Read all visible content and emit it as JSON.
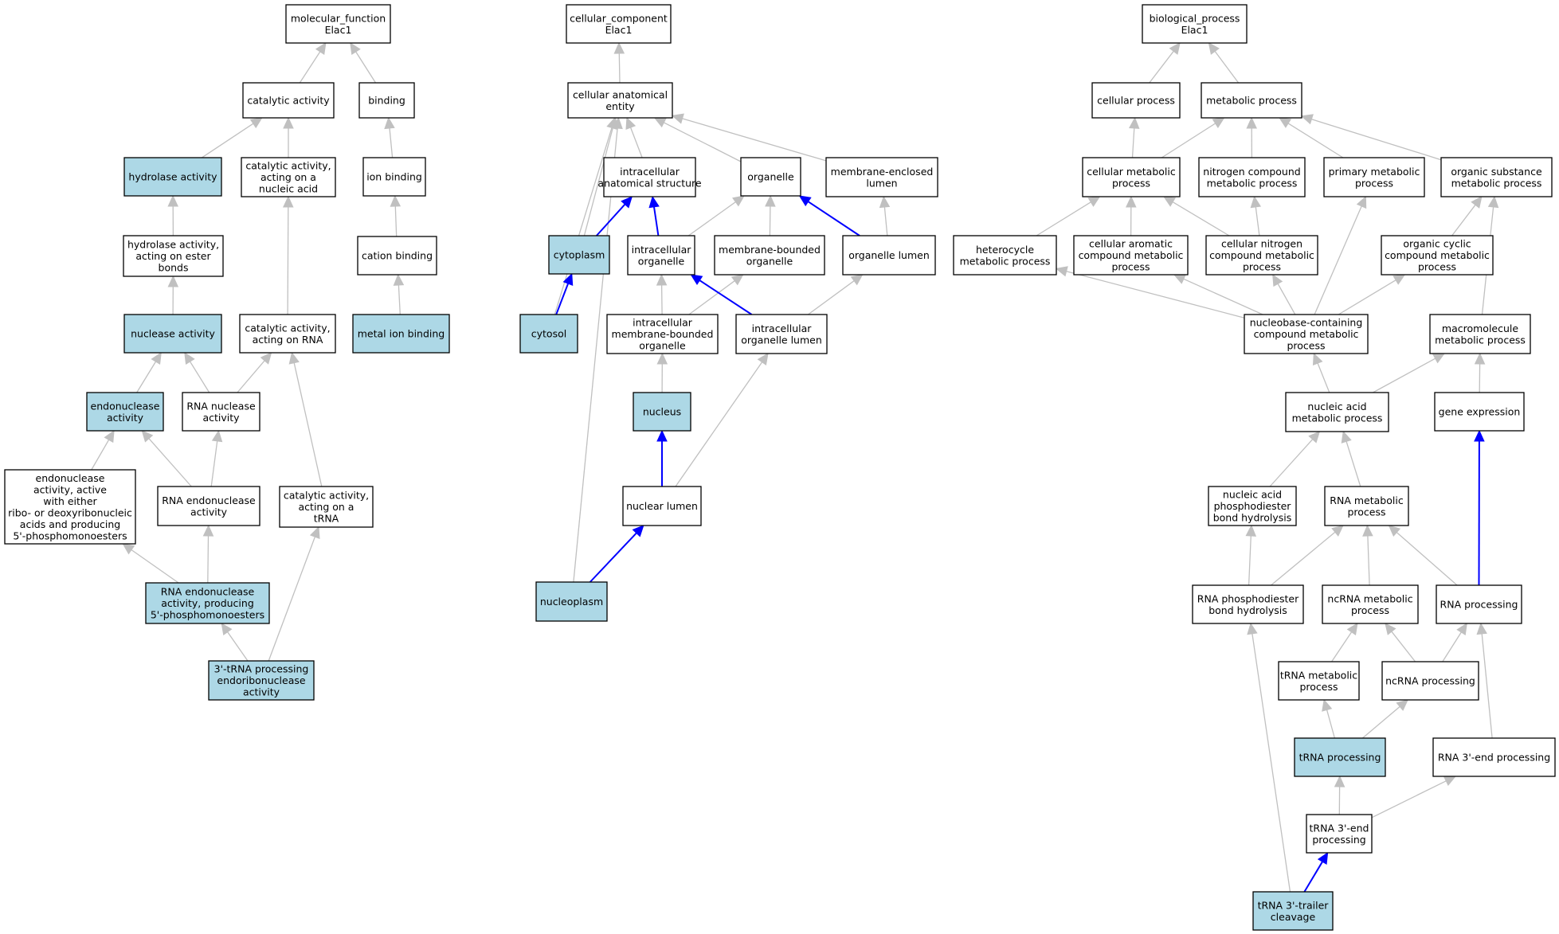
{
  "colors": {
    "highlight_fill": "#add8e6",
    "plain_fill": "#ffffff",
    "edge_gray": "#c0c0c0",
    "edge_blue": "#0000ff"
  },
  "nodes": [
    {
      "id": "mf_root",
      "lines": [
        "molecular_function",
        "Elac1"
      ],
      "hl": false
    },
    {
      "id": "catalytic",
      "lines": [
        "catalytic activity"
      ],
      "hl": false
    },
    {
      "id": "binding",
      "lines": [
        "binding"
      ],
      "hl": false
    },
    {
      "id": "hydrolase",
      "lines": [
        "hydrolase activity"
      ],
      "hl": true
    },
    {
      "id": "cat_nucleic",
      "lines": [
        "catalytic activity,",
        "acting on a",
        "nucleic acid"
      ],
      "hl": false
    },
    {
      "id": "ion_binding",
      "lines": [
        "ion binding"
      ],
      "hl": false
    },
    {
      "id": "hydro_ester",
      "lines": [
        "hydrolase activity,",
        "acting on ester",
        "bonds"
      ],
      "hl": false
    },
    {
      "id": "cation_binding",
      "lines": [
        "cation binding"
      ],
      "hl": false
    },
    {
      "id": "nuclease",
      "lines": [
        "nuclease activity"
      ],
      "hl": true
    },
    {
      "id": "cat_rna",
      "lines": [
        "catalytic activity,",
        "acting on RNA"
      ],
      "hl": false
    },
    {
      "id": "metal_ion",
      "lines": [
        "metal ion binding"
      ],
      "hl": true
    },
    {
      "id": "endonuclease",
      "lines": [
        "endonuclease",
        "activity"
      ],
      "hl": true
    },
    {
      "id": "rna_nuclease",
      "lines": [
        "RNA nuclease",
        "activity"
      ],
      "hl": false
    },
    {
      "id": "endo_long",
      "lines": [
        "endonuclease",
        "activity, active",
        "with either",
        "ribo- or deoxyribonucleic",
        "acids and producing",
        "5'-phosphomonoesters"
      ],
      "hl": false
    },
    {
      "id": "rna_endo",
      "lines": [
        "RNA endonuclease",
        "activity"
      ],
      "hl": false
    },
    {
      "id": "cat_trna",
      "lines": [
        "catalytic activity,",
        "acting on a",
        "tRNA"
      ],
      "hl": false
    },
    {
      "id": "rna_endo_5p",
      "lines": [
        "RNA endonuclease",
        "activity, producing",
        "5'-phosphomonoesters"
      ],
      "hl": true
    },
    {
      "id": "trna3_endo",
      "lines": [
        "3'-tRNA processing",
        "endoribonuclease",
        "activity"
      ],
      "hl": true
    },
    {
      "id": "cc_root",
      "lines": [
        "cellular_component",
        "Elac1"
      ],
      "hl": false
    },
    {
      "id": "cae",
      "lines": [
        "cellular anatomical",
        "entity"
      ],
      "hl": false
    },
    {
      "id": "ias",
      "lines": [
        "intracellular",
        "anatomical structure"
      ],
      "hl": false
    },
    {
      "id": "organelle",
      "lines": [
        "organelle"
      ],
      "hl": false
    },
    {
      "id": "mel",
      "lines": [
        "membrane-enclosed",
        "lumen"
      ],
      "hl": false
    },
    {
      "id": "cytoplasm",
      "lines": [
        "cytoplasm"
      ],
      "hl": true
    },
    {
      "id": "io",
      "lines": [
        "intracellular",
        "organelle"
      ],
      "hl": false
    },
    {
      "id": "mbo",
      "lines": [
        "membrane-bounded",
        "organelle"
      ],
      "hl": false
    },
    {
      "id": "ol",
      "lines": [
        "organelle lumen"
      ],
      "hl": false
    },
    {
      "id": "cytosol",
      "lines": [
        "cytosol"
      ],
      "hl": true
    },
    {
      "id": "imbo",
      "lines": [
        "intracellular",
        "membrane-bounded",
        "organelle"
      ],
      "hl": false
    },
    {
      "id": "iol",
      "lines": [
        "intracellular",
        "organelle lumen"
      ],
      "hl": false
    },
    {
      "id": "nucleus",
      "lines": [
        "nucleus"
      ],
      "hl": true
    },
    {
      "id": "nl",
      "lines": [
        "nuclear lumen"
      ],
      "hl": false
    },
    {
      "id": "np",
      "lines": [
        "nucleoplasm"
      ],
      "hl": true
    },
    {
      "id": "bp_root",
      "lines": [
        "biological_process",
        "Elac1"
      ],
      "hl": false
    },
    {
      "id": "cp",
      "lines": [
        "cellular process"
      ],
      "hl": false
    },
    {
      "id": "mp",
      "lines": [
        "metabolic process"
      ],
      "hl": false
    },
    {
      "id": "cmp",
      "lines": [
        "cellular metabolic",
        "process"
      ],
      "hl": false
    },
    {
      "id": "ncmp",
      "lines": [
        "nitrogen compound",
        "metabolic process"
      ],
      "hl": false
    },
    {
      "id": "pmp",
      "lines": [
        "primary metabolic",
        "process"
      ],
      "hl": false
    },
    {
      "id": "osmp",
      "lines": [
        "organic substance",
        "metabolic process"
      ],
      "hl": false
    },
    {
      "id": "hmp",
      "lines": [
        "heterocycle",
        "metabolic process"
      ],
      "hl": false
    },
    {
      "id": "cacmp",
      "lines": [
        "cellular aromatic",
        "compound metabolic",
        "process"
      ],
      "hl": false
    },
    {
      "id": "cncmp",
      "lines": [
        "cellular nitrogen",
        "compound metabolic",
        "process"
      ],
      "hl": false
    },
    {
      "id": "occmp",
      "lines": [
        "organic cyclic",
        "compound metabolic",
        "process"
      ],
      "hl": false
    },
    {
      "id": "nbcmp",
      "lines": [
        "nucleobase-containing",
        "compound metabolic",
        "process"
      ],
      "hl": false
    },
    {
      "id": "mmp",
      "lines": [
        "macromolecule",
        "metabolic process"
      ],
      "hl": false
    },
    {
      "id": "namp",
      "lines": [
        "nucleic acid",
        "metabolic process"
      ],
      "hl": false
    },
    {
      "id": "ge",
      "lines": [
        "gene expression"
      ],
      "hl": false
    },
    {
      "id": "napbh",
      "lines": [
        "nucleic acid",
        "phosphodiester",
        "bond hydrolysis"
      ],
      "hl": false
    },
    {
      "id": "rnamp",
      "lines": [
        "RNA metabolic",
        "process"
      ],
      "hl": false
    },
    {
      "id": "rnapbh",
      "lines": [
        "RNA phosphodiester",
        "bond hydrolysis"
      ],
      "hl": false
    },
    {
      "id": "ncrnamp",
      "lines": [
        "ncRNA metabolic",
        "process"
      ],
      "hl": false
    },
    {
      "id": "rnaproc",
      "lines": [
        "RNA processing"
      ],
      "hl": false
    },
    {
      "id": "trnamp",
      "lines": [
        "tRNA metabolic",
        "process"
      ],
      "hl": false
    },
    {
      "id": "ncrnaproc",
      "lines": [
        "ncRNA processing"
      ],
      "hl": false
    },
    {
      "id": "trnaproc",
      "lines": [
        "tRNA processing"
      ],
      "hl": true
    },
    {
      "id": "rna3end",
      "lines": [
        "RNA 3'-end processing"
      ],
      "hl": false
    },
    {
      "id": "trna3end",
      "lines": [
        "tRNA 3'-end",
        "processing"
      ],
      "hl": false
    },
    {
      "id": "trna3trailer",
      "lines": [
        "tRNA 3'-trailer",
        "cleavage"
      ],
      "hl": true
    }
  ],
  "edges": [
    {
      "from": "catalytic",
      "to": "mf_root",
      "kind": "gray"
    },
    {
      "from": "binding",
      "to": "mf_root",
      "kind": "gray"
    },
    {
      "from": "hydrolase",
      "to": "catalytic",
      "kind": "gray"
    },
    {
      "from": "cat_nucleic",
      "to": "catalytic",
      "kind": "gray"
    },
    {
      "from": "ion_binding",
      "to": "binding",
      "kind": "gray"
    },
    {
      "from": "hydro_ester",
      "to": "hydrolase",
      "kind": "gray"
    },
    {
      "from": "cation_binding",
      "to": "ion_binding",
      "kind": "gray"
    },
    {
      "from": "nuclease",
      "to": "hydro_ester",
      "kind": "gray"
    },
    {
      "from": "cat_rna",
      "to": "cat_nucleic",
      "kind": "gray"
    },
    {
      "from": "metal_ion",
      "to": "cation_binding",
      "kind": "gray"
    },
    {
      "from": "endonuclease",
      "to": "nuclease",
      "kind": "gray"
    },
    {
      "from": "rna_nuclease",
      "to": "nuclease",
      "kind": "gray"
    },
    {
      "from": "rna_nuclease",
      "to": "cat_rna",
      "kind": "gray"
    },
    {
      "from": "endo_long",
      "to": "endonuclease",
      "kind": "gray"
    },
    {
      "from": "rna_endo",
      "to": "endonuclease",
      "kind": "gray"
    },
    {
      "from": "rna_endo",
      "to": "rna_nuclease",
      "kind": "gray"
    },
    {
      "from": "cat_trna",
      "to": "cat_rna",
      "kind": "gray"
    },
    {
      "from": "rna_endo_5p",
      "to": "endo_long",
      "kind": "gray"
    },
    {
      "from": "rna_endo_5p",
      "to": "rna_endo",
      "kind": "gray"
    },
    {
      "from": "trna3_endo",
      "to": "rna_endo_5p",
      "kind": "gray"
    },
    {
      "from": "trna3_endo",
      "to": "cat_trna",
      "kind": "gray"
    },
    {
      "from": "cae",
      "to": "cc_root",
      "kind": "gray"
    },
    {
      "from": "ias",
      "to": "cae",
      "kind": "gray"
    },
    {
      "from": "organelle",
      "to": "cae",
      "kind": "gray"
    },
    {
      "from": "mel",
      "to": "cae",
      "kind": "gray"
    },
    {
      "from": "cytoplasm",
      "to": "cae",
      "kind": "gray"
    },
    {
      "from": "cytosol",
      "to": "cae",
      "kind": "gray"
    },
    {
      "from": "np",
      "to": "cae",
      "kind": "gray"
    },
    {
      "from": "cytoplasm",
      "to": "ias",
      "kind": "blue"
    },
    {
      "from": "io",
      "to": "ias",
      "kind": "blue"
    },
    {
      "from": "io",
      "to": "organelle",
      "kind": "gray"
    },
    {
      "from": "mbo",
      "to": "organelle",
      "kind": "gray"
    },
    {
      "from": "ol",
      "to": "organelle",
      "kind": "blue"
    },
    {
      "from": "ol",
      "to": "mel",
      "kind": "gray"
    },
    {
      "from": "cytosol",
      "to": "cytoplasm",
      "kind": "blue"
    },
    {
      "from": "imbo",
      "to": "io",
      "kind": "gray"
    },
    {
      "from": "imbo",
      "to": "mbo",
      "kind": "gray"
    },
    {
      "from": "iol",
      "to": "io",
      "kind": "blue"
    },
    {
      "from": "iol",
      "to": "ol",
      "kind": "gray"
    },
    {
      "from": "nucleus",
      "to": "imbo",
      "kind": "gray"
    },
    {
      "from": "nl",
      "to": "nucleus",
      "kind": "blue"
    },
    {
      "from": "nl",
      "to": "iol",
      "kind": "gray"
    },
    {
      "from": "np",
      "to": "nl",
      "kind": "blue"
    },
    {
      "from": "cp",
      "to": "bp_root",
      "kind": "gray"
    },
    {
      "from": "mp",
      "to": "bp_root",
      "kind": "gray"
    },
    {
      "from": "cmp",
      "to": "cp",
      "kind": "gray"
    },
    {
      "from": "cmp",
      "to": "mp",
      "kind": "gray"
    },
    {
      "from": "ncmp",
      "to": "mp",
      "kind": "gray"
    },
    {
      "from": "pmp",
      "to": "mp",
      "kind": "gray"
    },
    {
      "from": "osmp",
      "to": "mp",
      "kind": "gray"
    },
    {
      "from": "hmp",
      "to": "cmp",
      "kind": "gray"
    },
    {
      "from": "cacmp",
      "to": "cmp",
      "kind": "gray"
    },
    {
      "from": "cncmp",
      "to": "cmp",
      "kind": "gray"
    },
    {
      "from": "cncmp",
      "to": "ncmp",
      "kind": "gray"
    },
    {
      "from": "occmp",
      "to": "osmp",
      "kind": "gray"
    },
    {
      "from": "nbcmp",
      "to": "hmp",
      "kind": "gray"
    },
    {
      "from": "nbcmp",
      "to": "cacmp",
      "kind": "gray"
    },
    {
      "from": "nbcmp",
      "to": "cncmp",
      "kind": "gray"
    },
    {
      "from": "nbcmp",
      "to": "pmp",
      "kind": "gray"
    },
    {
      "from": "nbcmp",
      "to": "occmp",
      "kind": "gray"
    },
    {
      "from": "mmp",
      "to": "osmp",
      "kind": "gray"
    },
    {
      "from": "namp",
      "to": "nbcmp",
      "kind": "gray"
    },
    {
      "from": "namp",
      "to": "mmp",
      "kind": "gray"
    },
    {
      "from": "ge",
      "to": "mmp",
      "kind": "gray"
    },
    {
      "from": "napbh",
      "to": "namp",
      "kind": "gray"
    },
    {
      "from": "rnamp",
      "to": "namp",
      "kind": "gray"
    },
    {
      "from": "rnapbh",
      "to": "napbh",
      "kind": "gray"
    },
    {
      "from": "rnapbh",
      "to": "rnamp",
      "kind": "gray"
    },
    {
      "from": "ncrnamp",
      "to": "rnamp",
      "kind": "gray"
    },
    {
      "from": "rnaproc",
      "to": "rnamp",
      "kind": "gray"
    },
    {
      "from": "rnaproc",
      "to": "ge",
      "kind": "blue"
    },
    {
      "from": "trnamp",
      "to": "ncrnamp",
      "kind": "gray"
    },
    {
      "from": "ncrnaproc",
      "to": "ncrnamp",
      "kind": "gray"
    },
    {
      "from": "ncrnaproc",
      "to": "rnaproc",
      "kind": "gray"
    },
    {
      "from": "trnaproc",
      "to": "trnamp",
      "kind": "gray"
    },
    {
      "from": "trnaproc",
      "to": "ncrnaproc",
      "kind": "gray"
    },
    {
      "from": "rna3end",
      "to": "rnaproc",
      "kind": "gray"
    },
    {
      "from": "trna3end",
      "to": "trnaproc",
      "kind": "gray"
    },
    {
      "from": "trna3end",
      "to": "rna3end",
      "kind": "gray"
    },
    {
      "from": "trna3trailer",
      "to": "trna3end",
      "kind": "blue"
    },
    {
      "from": "trna3trailer",
      "to": "rnapbh",
      "kind": "gray"
    }
  ]
}
